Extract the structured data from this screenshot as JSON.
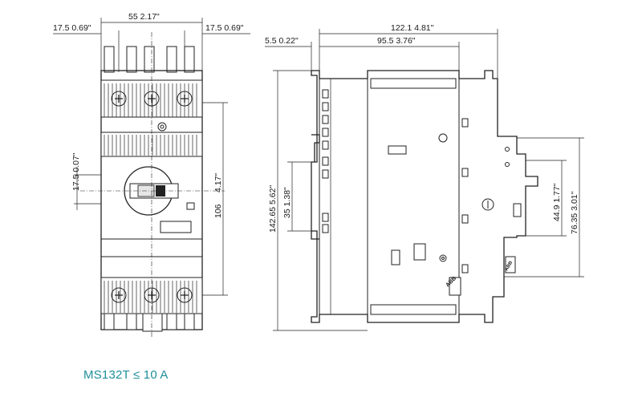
{
  "caption": "MS132T ≤ 10 A",
  "front_view": {
    "dim_top_width": "55  2.17\"",
    "dim_left_offset": "17.5  0.69\"",
    "dim_right_offset": "17.5  0.69\"",
    "dim_left_vertical": "17.5  0.07\"",
    "dim_height": "106",
    "dim_height_inch": "4.17\""
  },
  "side_view": {
    "dim_total_depth": "122.1  4.81\"",
    "dim_depth": "95.5  3.76\"",
    "dim_offset": "5.5  0.22\"",
    "dim_total_height": "142.65  5.62\"",
    "dim_rail": "35  1.38\"",
    "dim_right_a": "44.9  1.77\"",
    "dim_right_b": "76.35  3.01\"",
    "logo_text": "ABB"
  }
}
